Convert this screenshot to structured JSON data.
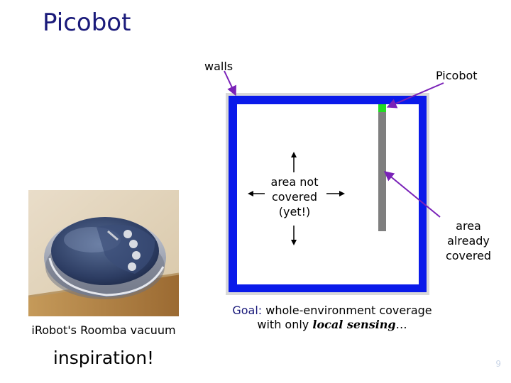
{
  "slide": {
    "title": "Picobot",
    "page_number": "9"
  },
  "diagram": {
    "labels": {
      "walls": "walls",
      "picobot": "Picobot",
      "area_not_covered": [
        "area not",
        "covered",
        "(yet!)"
      ],
      "area_covered": [
        "area",
        "already",
        "covered"
      ]
    },
    "goal": {
      "label": "Goal:",
      "text_1": " whole-environment coverage",
      "text_2": "with only ",
      "emphasis": "local sensing",
      "ellipsis": "…"
    },
    "colors": {
      "wall": "#0a1aea",
      "floor": "#ffffff",
      "covered_path": "#7f7f7f",
      "picobot": "#22dd22",
      "arrow": "#7a22b8",
      "title": "#1a1a7a"
    }
  },
  "photo": {
    "caption": "iRobot's Roomba vacuum",
    "note": "inspiration!"
  }
}
